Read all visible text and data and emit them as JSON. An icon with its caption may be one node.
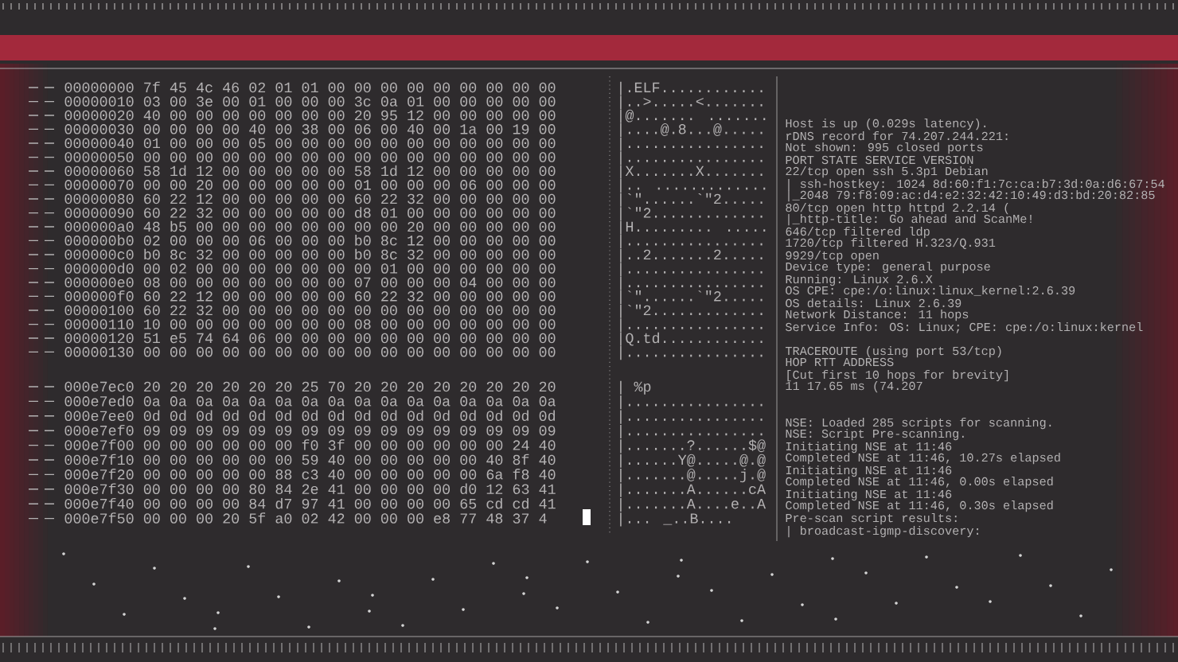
{
  "diagram": {
    "labels": [
      "00000000 7f 45 4c 46 02 01 01 00 00 00 00 00 00 00 00 00",
      "|.ELF............",
      "00000010 03 00 3e 00 01 00 00 00 3c 0a 01 00 00 00 00 00",
      "|..>.....<.......",
      "00000020 40 00 00 00 00 00 00 00 20 95 12 00 00 00 00 00",
      "|@....... .......",
      "00000030 00 00 00 00 40 00 38 00 06 00 40 00 1a 00 19 00",
      "|....@.8...@.....",
      "00000040 01 00 00 00 05 00 00 00 00 00 00 00 00 00 00 00",
      "|................",
      "00000050 00 00 00 00 00 00 00 00 00 00 00 00 00 00 00 00",
      "|................",
      "00000060 58 1d 12 00 00 00 00 00 58 1d 12 00 00 00 00 00",
      "|X.......X.......",
      "00000070 00 00 20 00 00 00 00 00 01 00 00 00 06 00 00 00",
      "|.. .............",
      "00000080 60 22 12 00 00 00 00 00 60 22 32 00 00 00 00 00",
      "|`\"......`\"2.....",
      "00000090 60 22 32 00 00 00 00 00 d8 01 00 00 00 00 00 00",
      "|`\"2.............",
      "000000a0 48 b5 00 00 00 00 00 00 00 00 20 00 00 00 00 00",
      "|H......... .....",
      "000000b0 02 00 00 00 06 00 00 00 b0 8c 12 00 00 00 00 00",
      "|................",
      "000000c0 b0 8c 32 00 00 00 00 00 b0 8c 32 00 00 00 00 00",
      "|..2.......2.....",
      "000000d0 00 02 00 00 00 00 00 00 00 01 00 00 00 00 00 00",
      "|................",
      "000000e0 08 00 00 00 00 00 00 00 07 00 00 00 04 00 00 00",
      "|................",
      "000000f0 60 22 12 00 00 00 00 00 60 22 32 00 00 00 00 00",
      "|`\"......`\"2.....",
      "00000100 60 22 32 00 00 00 00 00 00 00 00 00 00 00 00 00",
      "|`\"2.............",
      "00000110 10 00 00 00 00 00 00 00 08 00 00 00 00 00 00 00",
      "|................",
      "00000120 51 e5 74 64 06 00 00 00 00 00 00 00 00 00 00 00",
      "|Q.td............",
      "00000130 00 00 00 00 00 00 00 00 00 00 00 00 00 00 00 00",
      "|................",
      "000e7ec0 20 20 20 20 20 20 25 70 20 20 20 20 20 20 20 20",
      "|      %p        ",
      "000e7ed0 0a 0a 0a 0a 0a 0a 0a 0a 0a 0a 0a 0a 0a 0a 0a 0a",
      "|................",
      "000e7ee0 0d 0d 0d 0d 0d 0d 0d 0d 0d 0d 0d 0d 0d 0d 0d 0d",
      "|................",
      "000e7ef0 09 09 09 09 09 09 09 09 09 09 09 09 09 09 09 09",
      "|................",
      "000e7f00 00 00 00 00 00 00 f0 3f 00 00 00 00 00 00 24 40",
      "|.......?......$@",
      "000e7f10 00 00 00 00 00 00 59 40 00 00 00 00 00 40 8f 40",
      "|......Y@.....@.@",
      "000e7f20 00 00 00 00 00 88 c3 40 00 00 00 00 00 6a f8 40",
      "|.......@.....j.@",
      "000e7f30 00 00 00 00 80 84 2e 41 00 00 00 00 d0 12 63 41",
      "|.......A......cA",
      "000e7f40 00 00 00 00 84 d7 97 41 00 00 00 00 65 cd cd 41",
      "|.......A....e..A",
      "000e7f50 00 00 00 20 5f a0 02 42 00 00 00 e8 77 48 37 4",
      "|... _..B....",
      "Host is up (0.029s latency).",
      "rDNS record for 74.207.244.221:",
      "Not shown: 995 closed ports",
      "PORT STATE SERVICE VERSION",
      "22/tcp open ssh 5.3p1 Debian",
      "| ssh-hostkey: 1024 8d:60:f1:7c:ca:b7:3d:0a:d6:67:54",
      "|_2048 79:f8:09:ac:d4:e2:32:42:10:49:d3:bd:20:82:85",
      "80/tcp open http httpd 2.2.14 (",
      "|_http-title: Go ahead and ScanMe!",
      "646/tcp filtered ldp",
      "1720/tcp filtered H.323/Q.931",
      "9929/tcp open",
      "Device type: general purpose",
      "Running: Linux 2.6.X",
      "OS CPE: cpe:/o:linux:linux_kernel:2.6.39",
      "OS details: Linux 2.6.39",
      "Network Distance: 11 hops",
      "Service Info: OS: Linux; CPE: cpe:/o:linux:kernel",
      "TRACEROUTE (using port 53/tcp)",
      "HOP RTT ADDRESS",
      "[Cut first 10 hops for brevity]",
      "11 17.65 ms (74.207",
      "NSE: Loaded 285 scripts for scanning.",
      "NSE: Script Pre-scanning.",
      "Initiating NSE at 11:46",
      "Completed NSE at 11:46, 10.27s elapsed",
      "Initiating NSE at 11:46",
      "Completed NSE at 11:46, 0.00s elapsed",
      "Initiating NSE at 11:46",
      "Completed NSE at 11:46, 0.30s elapsed",
      "Pre-scan script results:",
      "| broadcast-igmp-discovery:"
    ]
  }
}
